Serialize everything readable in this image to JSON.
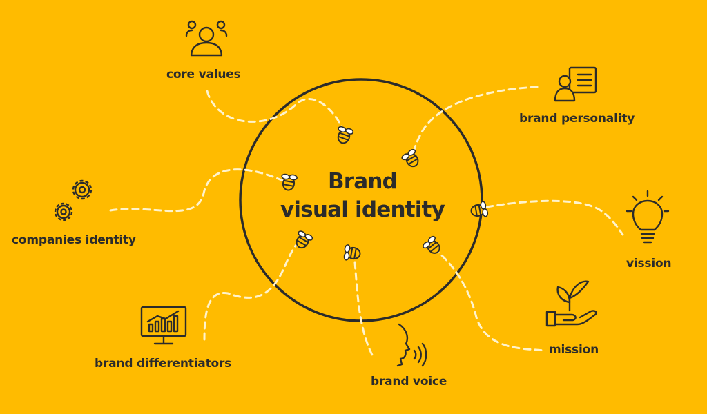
{
  "title": {
    "line1": "Brand",
    "line2": "visual identity"
  },
  "nodes": {
    "core_values": {
      "label": "core values",
      "icon": "team-icon"
    },
    "brand_personality": {
      "label": "brand personality",
      "icon": "profile-card-icon"
    },
    "companies_identity": {
      "label": "companies identity",
      "icon": "gears-icon"
    },
    "vission": {
      "label": "vission",
      "icon": "lightbulb-icon"
    },
    "brand_differentiators": {
      "label": "brand differentiators",
      "icon": "monitor-chart-icon"
    },
    "mission": {
      "label": "mission",
      "icon": "hand-plant-icon"
    },
    "brand_voice": {
      "label": "brand voice",
      "icon": "speaking-head-icon"
    }
  },
  "colors": {
    "background": "#ffbb00",
    "ink": "#2b2b2b",
    "connector": "#fff3cc"
  }
}
